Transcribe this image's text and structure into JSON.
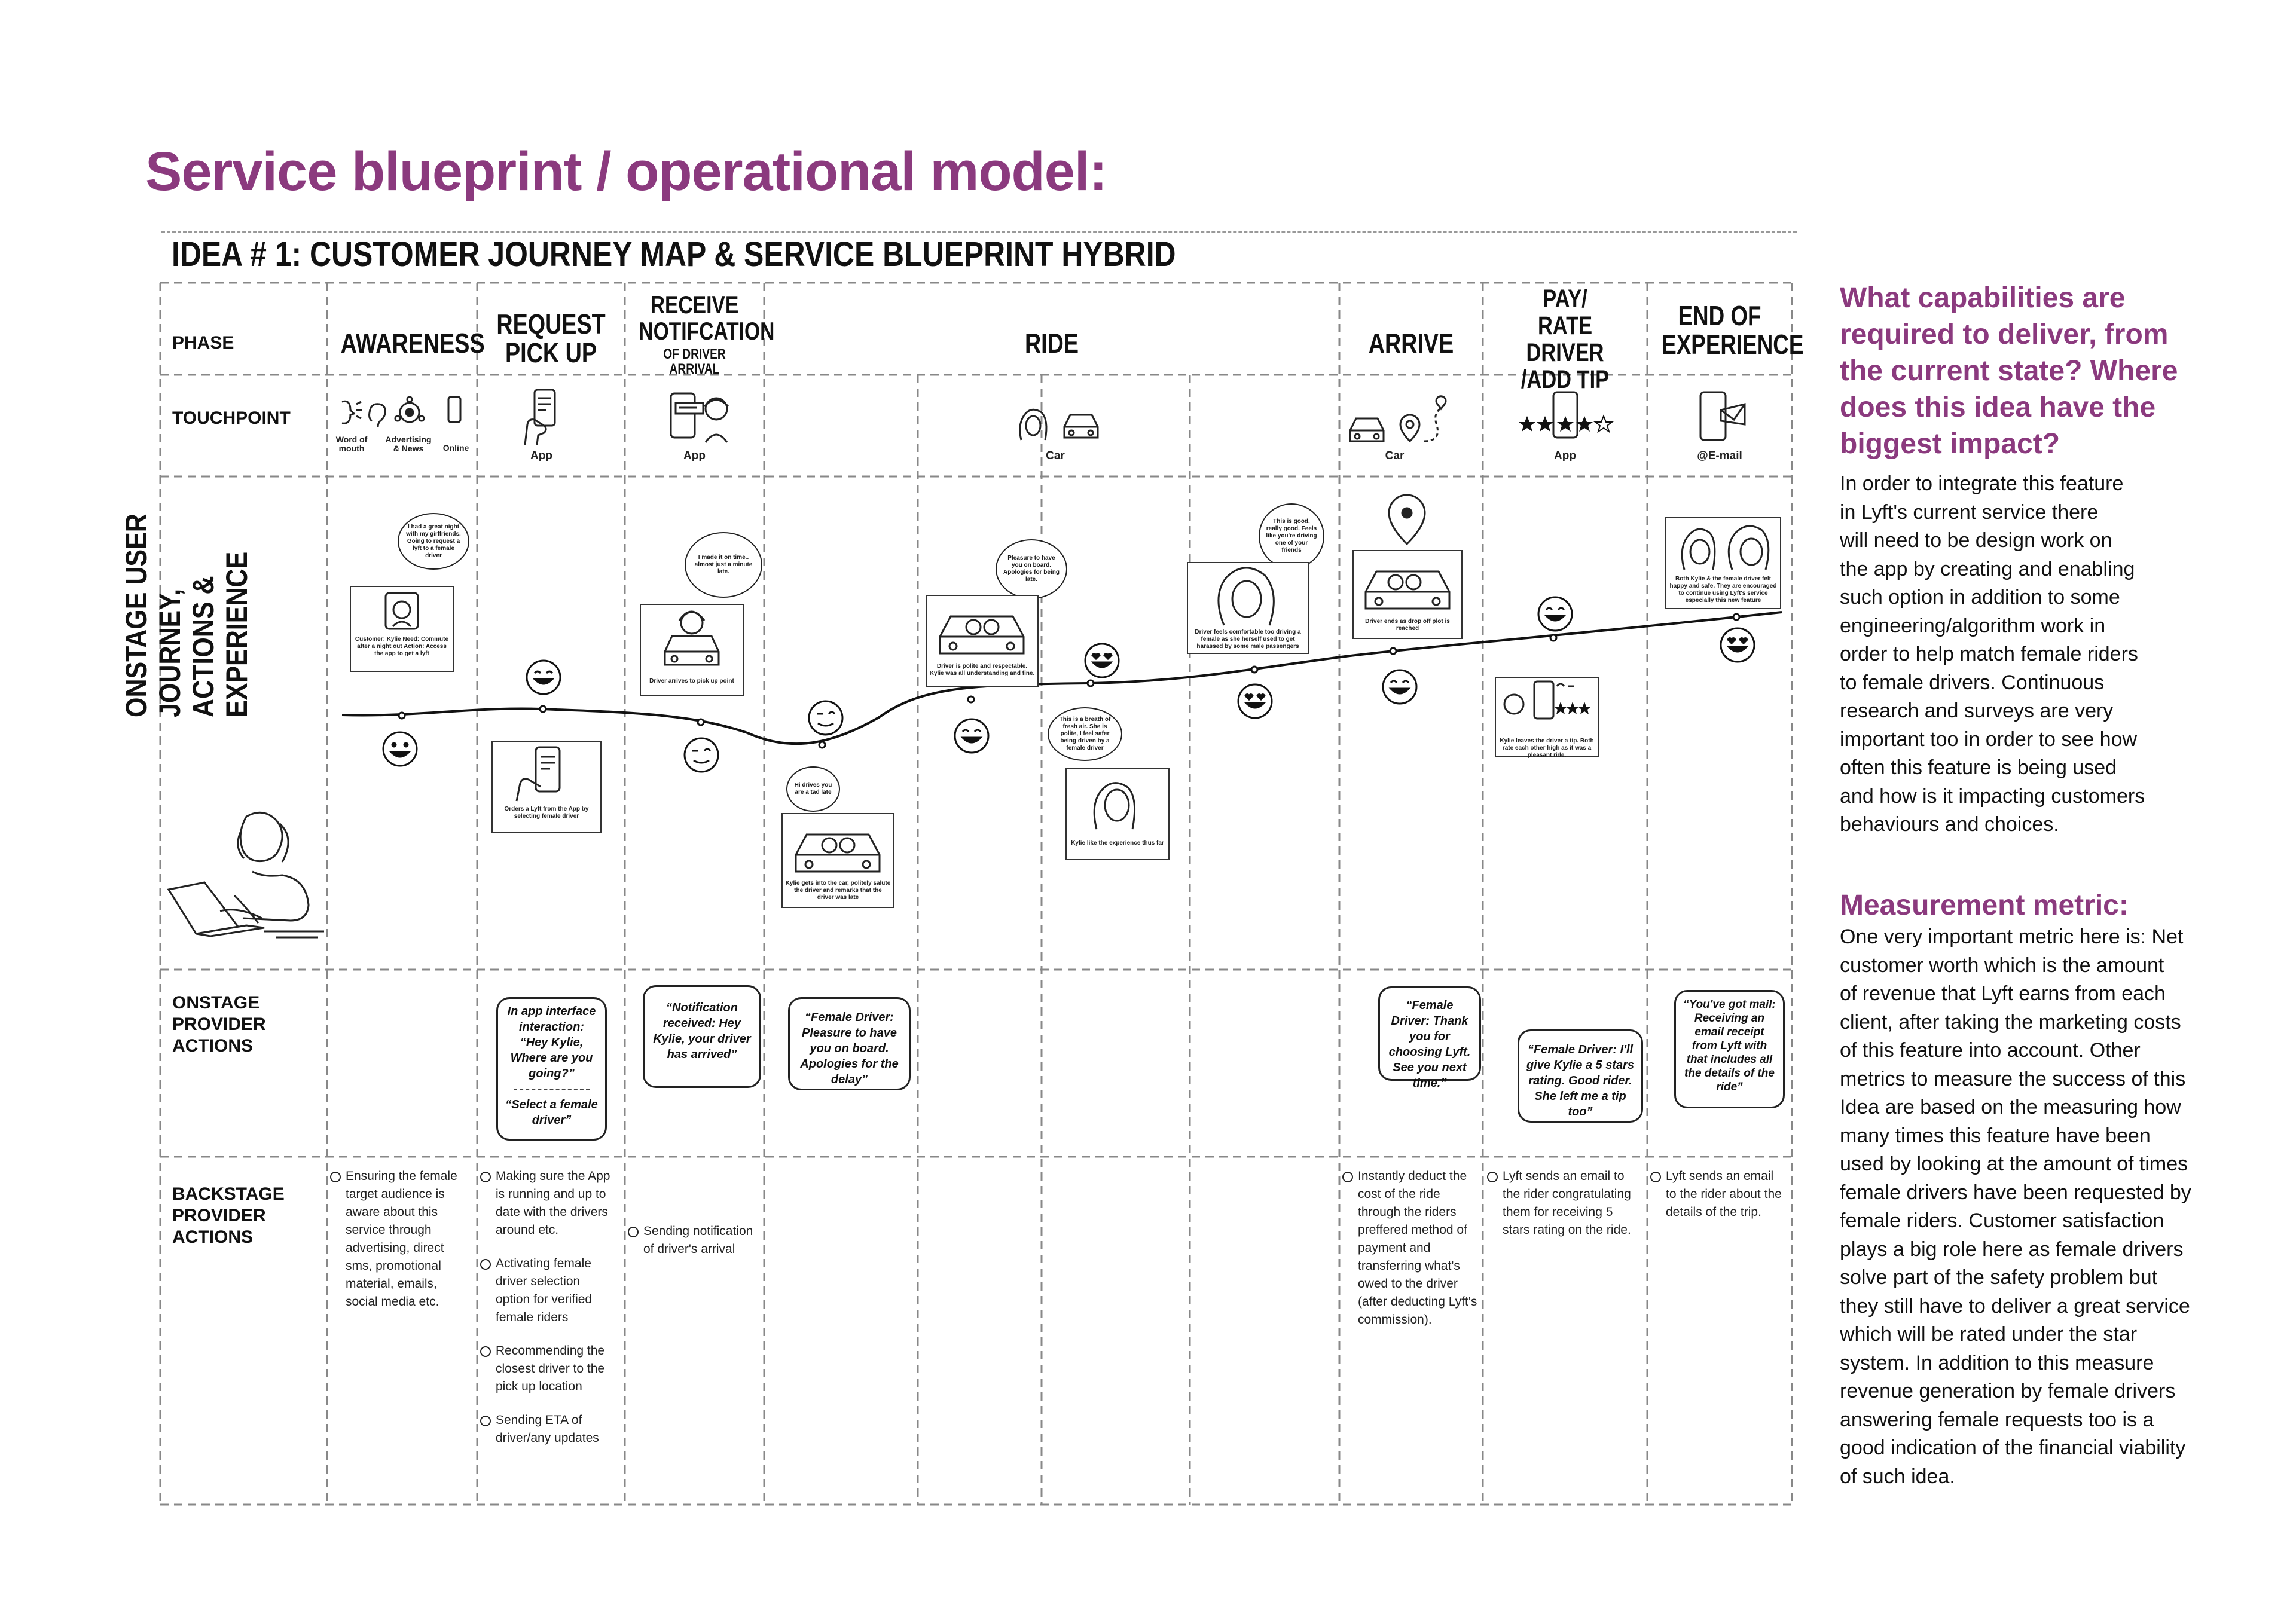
{
  "title": "Service blueprint / operational model:",
  "subtitle": "IDEA # 1: CUSTOMER JOURNEY MAP & SERVICE BLUEPRINT HYBRID",
  "phase_label": "PHASE",
  "phases": [
    {
      "name": "AWARENESS",
      "line1": "AWARENESS"
    },
    {
      "name": "REQUEST PICK UP",
      "line1": "REQUEST",
      "line2": "PICK UP"
    },
    {
      "name": "RECEIVE NOTIFCATION",
      "line1": "RECEIVE",
      "line2": "NOTIFCATION",
      "line3": "OF DRIVER ARRIVAL"
    },
    {
      "name": "RIDE",
      "line1": "RIDE"
    },
    {
      "name": "ARRIVE",
      "line1": "ARRIVE"
    },
    {
      "name": "PAY/ RATE DRIVER /ADD TIP",
      "line1": "PAY/",
      "line2": "RATE DRIVER",
      "line3": "/ADD TIP"
    },
    {
      "name": "END OF EXPERIENCE",
      "line1": "END OF",
      "line2": "EXPERIENCE"
    }
  ],
  "row_labels": {
    "touchpoint": "TOUCHPOINT",
    "journey": "ONSTAGE USER JOURNEY, ACTIONS & EXPERIENCE",
    "journey_line1": "ONSTAGE USER JOURNEY,",
    "journey_line2": "ACTIONS & EXPERIENCE",
    "onstage_line1": "ONSTAGE",
    "onstage_line2": "PROVIDER",
    "onstage_line3": "ACTIONS",
    "backstage_line1": "BACKSTAGE",
    "backstage_line2": "PROVIDER",
    "backstage_line3": "ACTIONS"
  },
  "touchpoints": {
    "awareness": {
      "word": "Word of mouth",
      "word_l1": "Word of",
      "word_l2": "mouth",
      "adv_l1": "Advertising",
      "adv_l2": "& News",
      "online": "Online"
    },
    "request": "App",
    "notify": "App",
    "ride": "Car",
    "arrive": "Car",
    "pay": "App",
    "end": "@E-mail"
  },
  "journey_captions": {
    "c1_thought": "I had a great night with my girlfriends. Going to request a lyft to a female driver",
    "c1": "Customer: Kylie Need: Commute after a night out Action: Access the app to get a lyft",
    "c2": "Orders a Lyft from the App by selecting female driver",
    "c3_thought": "I made it on time.. almost just a minute late.",
    "c3": "Driver arrives to pick up point",
    "c4_thought": "Hi drives you are a tad late",
    "c4": "Kylie gets into the car, politely salute the driver and remarks that the driver was late",
    "c5_thought": "Pleasure to have you on board. Apologies for being late.",
    "c5": "Driver is polite and respectable. Kylie was all understanding and fine.",
    "c6_thought": "This is a breath of fresh air. She is polite, I feel safer being driven by a female driver",
    "c6": "Kylie like the experience thus far",
    "c7_thought": "This is good, really good. Feels like you're driving one of your friends",
    "c7": "Driver feels comfortable too driving a female as she herself used to get harassed by some male passengers",
    "c8": "Driver ends as drop off plot is reached",
    "c9": "Kylie leaves the driver a tip. Both rate each other high as it was a pleasant ride.",
    "c10": "Both Kylie & the female driver felt happy and safe. They are encouraged to continue using Lyft's service especially this new feature"
  },
  "onstage": {
    "request_l1": "In app interface interaction:",
    "request_l2": "“Hey Kylie, Where are you going?”",
    "request_l3": "“Select a female driver”",
    "notify": "“Notification received: Hey Kylie, your driver has arrived”",
    "ride": "“Female Driver: Pleasure to have you on board. Apologies for the delay”",
    "arrive": "“Female Driver: Thank you for choosing Lyft. See you next time.”",
    "pay": "“Female Driver: I'll give Kylie a 5 stars rating. Good rider. She left me a tip too”",
    "end": "“You've got mail: Receiving an email receipt from Lyft with that includes all the details of the ride”"
  },
  "backstage": {
    "awareness": [
      "Ensuring the female target audience is aware about this service through advertising, direct sms, promotional material, emails, social media etc."
    ],
    "request": [
      "Making sure the App is running and up to date with the drivers around etc.",
      "Activating female driver selection option for verified female riders",
      "Recommending the closest driver to the pick up location",
      "Sending ETA of driver/any updates"
    ],
    "notify": [
      "Sending notification of driver's arrival"
    ],
    "arrive": [
      "Instantly deduct the cost of the ride through the riders preffered method of payment and transferring what's owed to the driver (after deducting Lyft's commission)."
    ],
    "pay": [
      "Lyft sends an email to the rider congratulating them for receiving 5 stars rating on the ride."
    ],
    "end": [
      "Lyft sends an email to the rider about the details of the trip."
    ]
  },
  "side": {
    "q_l1": "What capabilities are",
    "q_l2": "required to deliver, from",
    "q_l3": "the current state? Where",
    "q_l4": "does this idea have the",
    "q_l5": "biggest impact?",
    "p1": [
      "In order to integrate this feature",
      "in Lyft's current service there",
      "will need to be design work on",
      "the app by creating and enabling",
      "such option in addition to some",
      "engineering/algorithm work in",
      "order to help match female riders",
      "to female drivers. Continuous",
      "research and surveys are very",
      "important too in order to see how",
      "often this feature is being used",
      "and  how is it impacting customers",
      "behaviours and choices."
    ],
    "metric_title": "Measurement metric:",
    "p2": [
      "One very important metric here is: Net",
      "customer worth which is the amount",
      "of revenue that Lyft earns from each",
      "client, after taking the marketing costs",
      "of this feature into account. Other",
      "metrics to measure the success of this",
      "Idea are based on the measuring how",
      "many times this feature have been",
      "used by looking at the amount of times",
      "female drivers have been requested by",
      "female riders. Customer satisfaction",
      "plays a big role here as female drivers",
      "solve part of the safety problem but",
      "they still have to deliver a great service",
      "which will be rated under the star",
      "system. In addition to this measure",
      "revenue generation by female drivers",
      "answering female requests too is a",
      "good indication of the financial viability",
      "of such idea."
    ]
  },
  "colors": {
    "accent": "#8b3a7e",
    "ink": "#1a1a1a",
    "grid": "#888888"
  },
  "icons": [
    "speech-icon",
    "ear-icon",
    "network-icon",
    "mobile-icon",
    "hand-phone-icon",
    "phone-notification-icon",
    "driver-face-icon",
    "woman-face-icon",
    "car-icon",
    "location-pin-icon",
    "stars-icon",
    "email-phone-icon",
    "smiley-icon",
    "heart-eyes-icon",
    "wink-icon",
    "woman-laptop-icon"
  ]
}
